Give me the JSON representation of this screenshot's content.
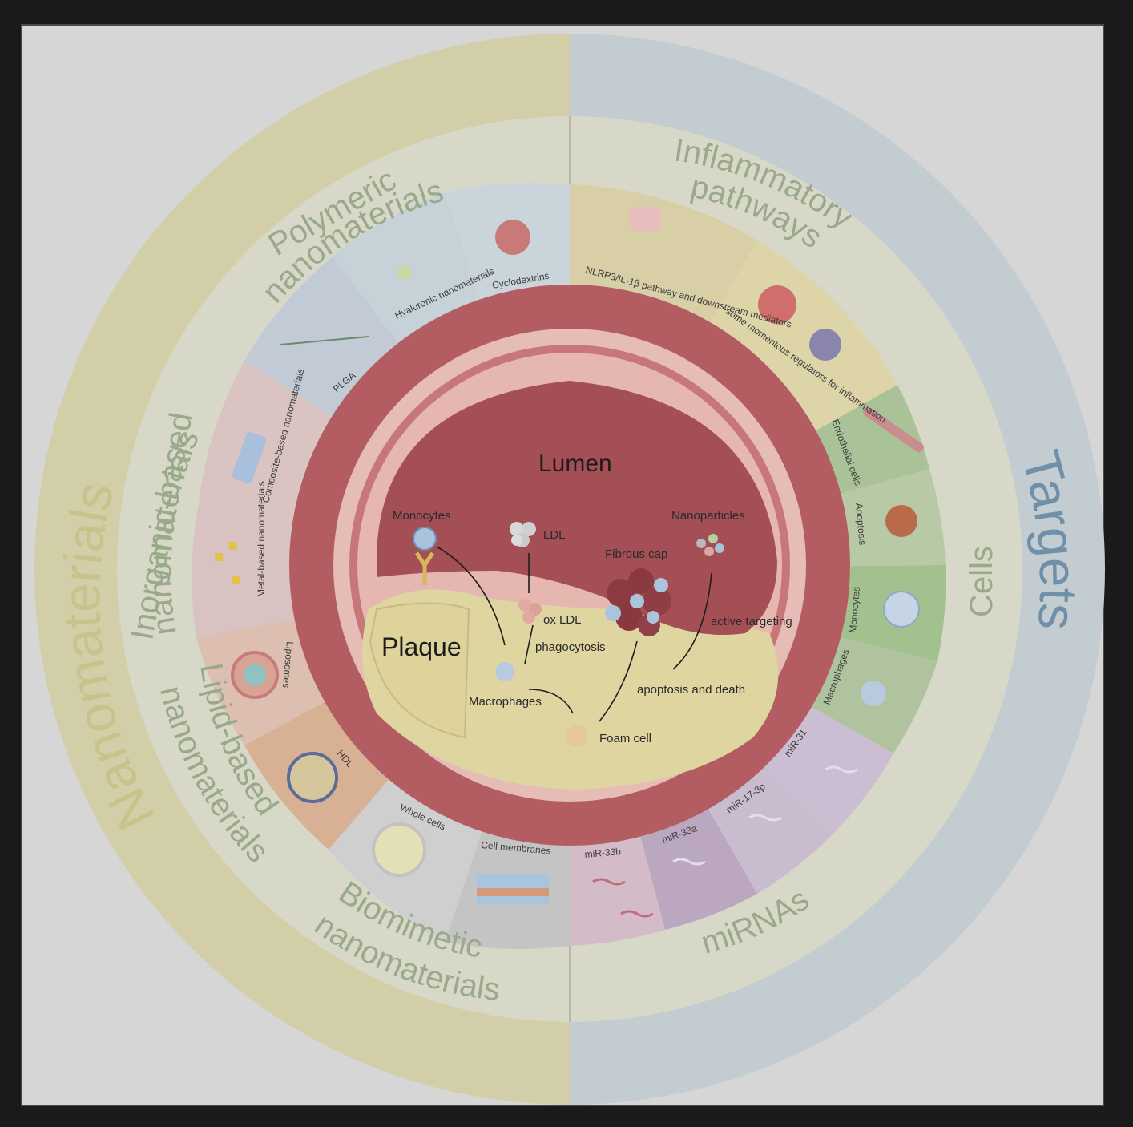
{
  "outer": {
    "left": "Nanomaterials",
    "right": "Targets"
  },
  "categories": {
    "polymeric": "Polymeric nanomaterials",
    "polymeric_line1": "Polymeric",
    "polymeric_line2": "nanomaterials",
    "inorganic_line1": "Inorganic-based",
    "inorganic_line2": "nanomaterials",
    "lipid_line1": "Lipid-based",
    "lipid_line2": "nanomaterials",
    "biomimetic_line1": "Biomimetic",
    "biomimetic_line2": "nanomaterials",
    "inflammatory_line1": "Inflammatory",
    "inflammatory_line2": "pathways",
    "cells": "Cells",
    "mirnas": "miRNAs"
  },
  "segments": {
    "plga": "PLGA",
    "hyaluronic": "Hyaluronic nanomaterials",
    "cyclodextrins": "Cyclodextrins",
    "composite": "Composite-based nanomaterials",
    "metal": "Metal-based nanomaterials",
    "liposomes": "Liposomes",
    "hdl": "HDL",
    "whole_cells": "Whole cells",
    "cell_membranes": "Cell membranes",
    "nlrp3": "NLRP3/IL-1β pathway and downstream mediators",
    "regulators": "some momentous regulators for inflammation",
    "endothelial": "Endothelial cells",
    "apoptosis": "Apoptosis",
    "monocytes": "Monocytes",
    "macrophages": "Macrophages",
    "mir33b": "miR-33b",
    "mir33a": "miR-33a",
    "mir17": "miR-17-3p",
    "mir31": "miR-31"
  },
  "center": {
    "lumen": "Lumen",
    "plaque": "Plaque",
    "monocytes": "Monocytes",
    "ldl": "LDL",
    "ox_ldl": "ox LDL",
    "phagocytosis": "phagocytosis",
    "macrophages": "Macrophages",
    "foam_cell": "Foam cell",
    "fibrous_cap": "Fibrous cap",
    "nanoparticles": "Nanoparticles",
    "active_targeting": "active targeting",
    "apoptosis_death": "apoptosis and death"
  },
  "colors": {
    "nano_ring": "#d4d0a4",
    "target_ring": "#bfc8cc",
    "vessel": "#b25a5e",
    "lumen": "#a04e54",
    "plaque": "#dcd49c"
  }
}
